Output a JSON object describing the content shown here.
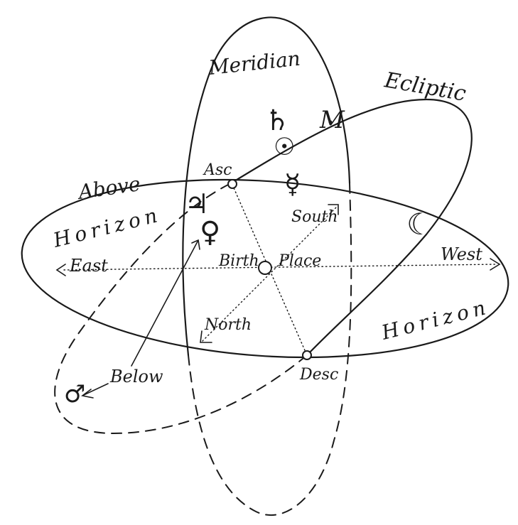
{
  "labels": {
    "meridian": "Meridian",
    "ecliptic": "Ecliptic",
    "above": "Above",
    "horizon_left": "Horizon",
    "horizon_right": "Horizon",
    "east": "East",
    "west": "West",
    "north": "North",
    "south": "South",
    "birth": "Birth",
    "place": "Place",
    "asc": "Asc",
    "desc": "Desc",
    "below": "Below"
  },
  "glyphs": {
    "saturn": "♄",
    "sun": "☉",
    "mercury": "☿",
    "jupiter": "♃",
    "venus": "♀",
    "moon": "☾",
    "mars": "♂",
    "midheaven": "M"
  }
}
